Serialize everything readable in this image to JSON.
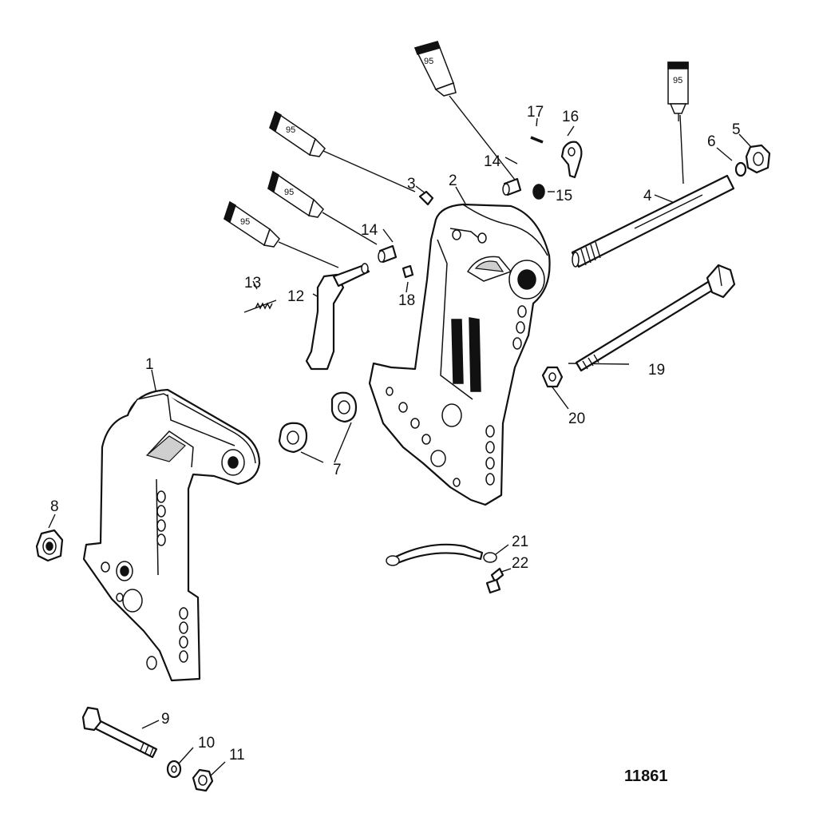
{
  "diagram": {
    "figure_number": "11861",
    "lubricant_code": "95",
    "callouts": {
      "c1": "1",
      "c2": "2",
      "c3": "3",
      "c4": "4",
      "c5": "5",
      "c6": "6",
      "c7": "7",
      "c8": "8",
      "c9": "9",
      "c10": "10",
      "c11": "11",
      "c12": "12",
      "c13": "13",
      "c14a": "14",
      "c14b": "14",
      "c15": "15",
      "c16": "16",
      "c17": "17",
      "c18": "18",
      "c19": "19",
      "c20": "20",
      "c21": "21",
      "c22": "22"
    }
  }
}
